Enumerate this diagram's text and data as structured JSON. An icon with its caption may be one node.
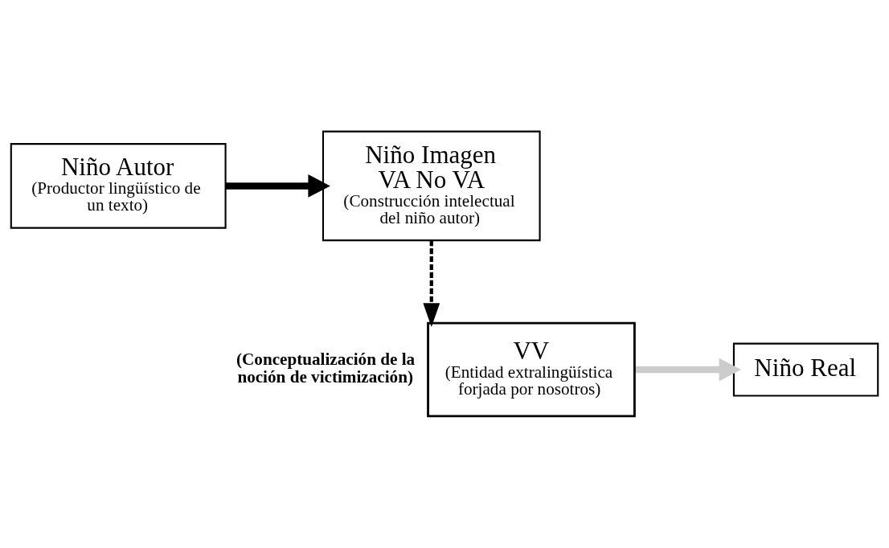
{
  "diagram": {
    "nodes": [
      {
        "text": [
          "Niño Autor",
          "(Productor lingüístico de un texto)"
        ]
      },
      {
        "text": [
          "Niño Imagen",
          "VA No VA",
          "(Construcción intelectual del niño autor)"
        ]
      },
      {
        "text": [
          "VV",
          "(Entidad extralingüística forjada por nosotros)"
        ],
        "beside": [
          "(Conceptualización de la noción de victimización)"
        ]
      },
      {
        "text": [
          "Niño Real"
        ]
      }
    ],
    "edges": [
      {
        "from": 0,
        "to": 1,
        "arrow": "to"
      },
      {
        "from": 1,
        "to": 2,
        "arrow": "to",
        "style": "dashed"
      },
      {
        "from": 2,
        "to": 3,
        "arrow": "to",
        "color": "#cccccc"
      }
    ]
  }
}
